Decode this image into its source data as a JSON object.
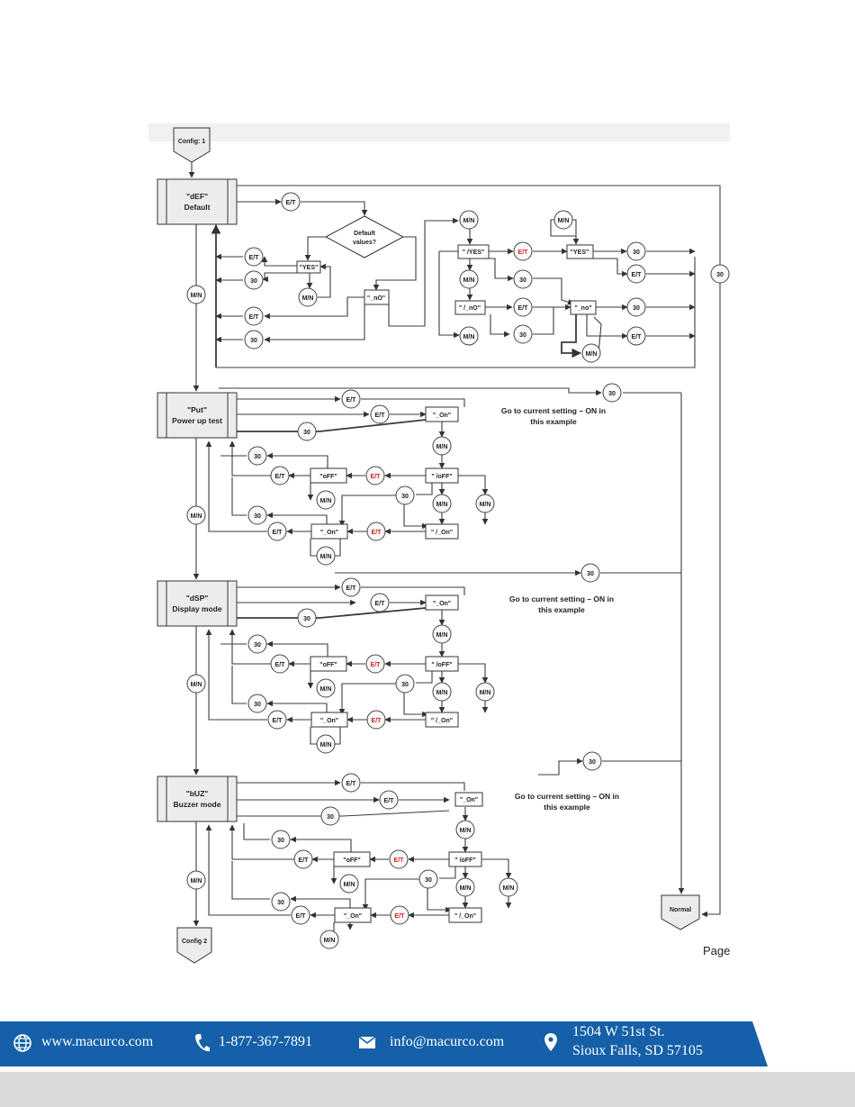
{
  "flow": {
    "start": "Config: 1",
    "end_next": "Config 2",
    "normal": "Normal",
    "sections": [
      {
        "code": "\"dEF\"",
        "name": "Default"
      },
      {
        "code": "\"Put\"",
        "name": "Power up test"
      },
      {
        "code": "\"dSP\"",
        "name": "Display mode"
      },
      {
        "code": "\"bUZ\"",
        "name": "Buzzer mode"
      }
    ],
    "decision": [
      "Default",
      "values?"
    ],
    "note": [
      "Go to current setting – ON in",
      "this example"
    ],
    "labels": {
      "et": "E/T",
      "mn": "M/N",
      "thirty": "30",
      "yes": "\"YES\"",
      "yes_sel": "\" /YES\"",
      "no_small": "\"_nO\"",
      "no_sel": "\" /_nO\"",
      "no_val": "\"_no\"",
      "on": "\"_On\"",
      "off": "\"oFF\"",
      "off_sel": "\" /oFF\"",
      "on_sel": "\" /_On\""
    }
  },
  "page_label": "Page",
  "footer": {
    "website": "www.macurco.com",
    "phone": "1-877-367-7891",
    "email": "info@macurco.com",
    "address_line1": "1504 W 51st St.",
    "address_line2": "Sioux Falls, SD 57105"
  },
  "colors": {
    "footer_blue": "#1560a8",
    "footer_gray": "#d9d9d9",
    "accent_red": "#d21f1f"
  }
}
